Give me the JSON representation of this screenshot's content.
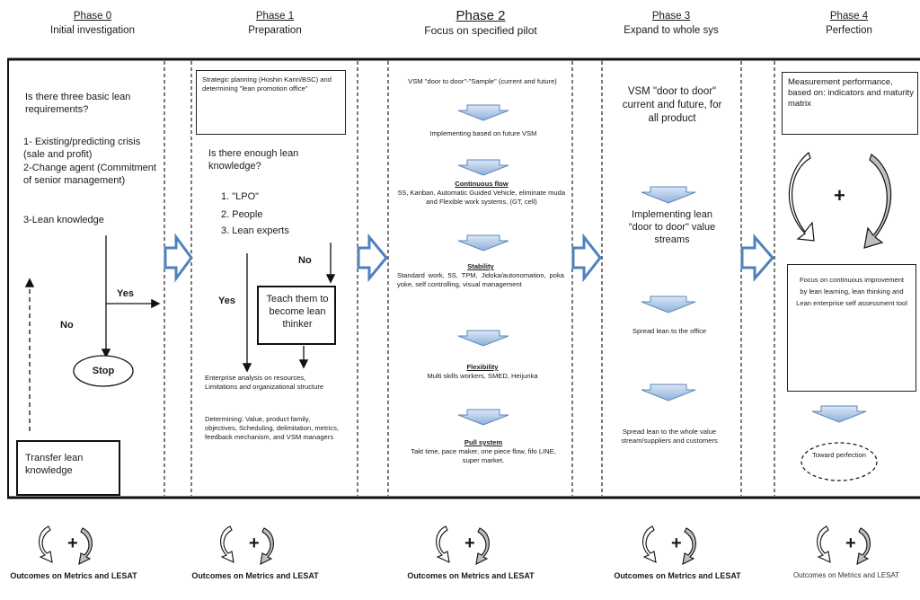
{
  "phases": [
    {
      "number": "Phase 0",
      "title": "Initial investigation"
    },
    {
      "number": "Phase 1",
      "title": "Preparation"
    },
    {
      "number": "Phase 2",
      "title": "Focus on specified pilot"
    },
    {
      "number": "Phase 3",
      "title": "Expand to whole sys"
    },
    {
      "number": "Phase 4",
      "title": "Perfection"
    }
  ],
  "phase0": {
    "question": "Is there three basic lean requirements?",
    "req1": "1- Existing/predicting crisis (sale and profit)",
    "req2": "2-Change agent (Commitment of senior management)",
    "req3": "3-Lean knowledge",
    "yes": "Yes",
    "no": "No",
    "stop": "Stop",
    "transfer": "Transfer lean knowledge"
  },
  "phase1": {
    "strategic": "Strategic planning (Hoshin Kanri/BSC) and determining \"lean promotion office\"",
    "question": "Is there enough lean knowledge?",
    "item1": "1. \"LPO\"",
    "item2": "2. People",
    "item3": "3. Lean experts",
    "no": "No",
    "yes": "Yes",
    "teach": "Teach them to become lean thinker",
    "enterprise": "Enterprise analysis on resources, Limitations and organizational structure",
    "determining": "Determining: Value, product family, objectives, Scheduling, delimitation, metrics, feedback mechanism, and VSM managers"
  },
  "phase2": {
    "vsm": "VSM \"door to door\"-\"Sample\" (current and future)",
    "implementing": "Implementing based on future VSM",
    "continuous_title": "Continuous flow",
    "continuous": "5S, Kanban, Automatic Guided Vehicle, eliminate muda and Flexible work systems, (GT, cell)",
    "stability_title": "Stability",
    "stability": "Standard work, 5S, TPM, Jidoka/autonomation, poka yoke, self controlling, visual management",
    "flexibility_title": "Flexibility",
    "flexibility": "Multi skills workers, SMED, Heijunka",
    "pull_title": "Pull system",
    "pull": "Takt time, pace maker, one piece flow, fifo LINE, super market."
  },
  "phase3": {
    "vsm": "VSM \"door to door\" current and future, for all product",
    "implementing": "Implementing lean \"door to door\" value streams",
    "spread_office": "Spread lean to the office",
    "spread_whole": "Spread lean to the whole value stream/suppliers and customers"
  },
  "phase4": {
    "measurement": "Measurement performance, based on: indicators and maturity matrix",
    "focus": "Focus on continuous improvement by lean learning, lean thinking and Lean enterprise self assessment tool",
    "toward": "Toward perfection"
  },
  "plus": "+",
  "outcomes": [
    "Outcomes on Metrics and LESAT",
    "Outcomes on Metrics and LESAT",
    "Outcomes on Metrics and LESAT",
    "Outcomes on Metrics and LESAT",
    "Outcomes on Metrics and LESAT"
  ],
  "colors": {
    "arrow_blue": "#4f81bd",
    "arrow_light": "#c6d9f1",
    "line": "#111111"
  }
}
